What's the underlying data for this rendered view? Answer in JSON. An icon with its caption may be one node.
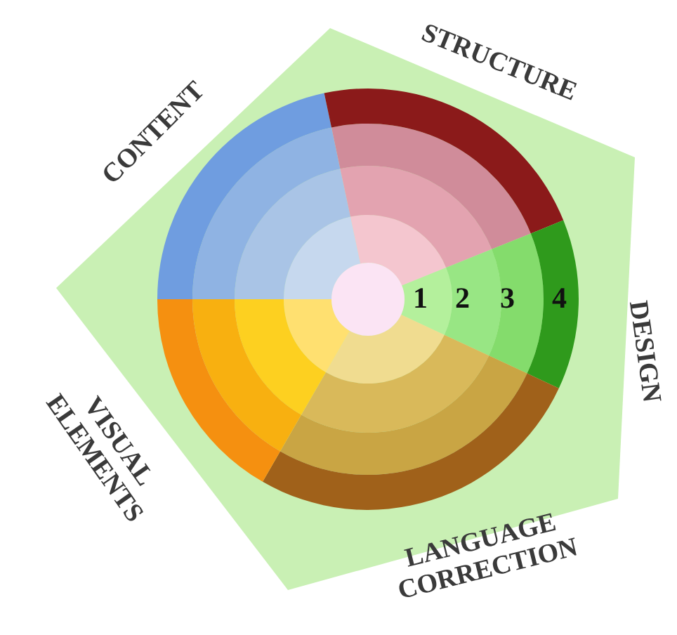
{
  "diagram": {
    "labels": [
      "STRUCTURE",
      "CONTENT",
      "1",
      "2",
      "3",
      "4",
      "DESIGN",
      "VISUAL ELEMENTS",
      "LANGUAGE CORRECTION"
    ]
  }
}
